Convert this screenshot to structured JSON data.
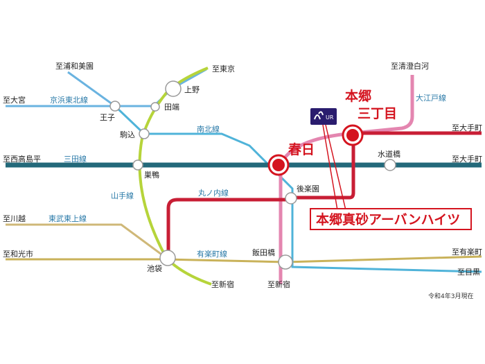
{
  "colors": {
    "mita": "#23697a",
    "keihin": "#6ab3e0",
    "yamanote": "#b6d43a",
    "namboku": "#4fb3d9",
    "marunouchi": "#c81e35",
    "tobu_tojo": "#cfb878",
    "yurakucho": "#c9b25a",
    "oedo": "#e486b0",
    "highlight": "#d4141f"
  },
  "lines": {
    "mita": "三田線",
    "keihin_tohoku": "京浜東北線",
    "yamanote": "山手線",
    "namboku": "南北線",
    "marunouchi": "丸ノ内線",
    "tobu_tojo": "東武東上線",
    "yurakucho": "有楽町線",
    "oedo": "大江戸線"
  },
  "stations": {
    "ueno": "上野",
    "tabata": "田端",
    "oji": "王子",
    "komagome": "駒込",
    "sugamo": "巣鴨",
    "ikebukuro": "池袋",
    "korakuen": "後楽園",
    "iidabashi": "飯田橋",
    "suidobashi": "水道橋",
    "kasuga": "春日",
    "hongo_sanchome_1": "本郷",
    "hongo_sanchome_2": "三丁目"
  },
  "destinations": {
    "urawa_misono": "至浦和美園",
    "tokyo": "至東京",
    "omiya": "至大宮",
    "kiyosumi_shirakawa": "至清澄白河",
    "otemachi_1": "至大手町",
    "nishitakashimadaira": "至西高島平",
    "otemachi_2": "至大手町",
    "kawagoe": "至川越",
    "wakoshi": "至和光市",
    "yurakucho": "至有楽町",
    "meguro": "至目黒",
    "shinjuku_1": "至新宿",
    "shinjuku_2": "至新宿"
  },
  "property": {
    "name": "本郷真砂アーバンハイツ",
    "logo_text": "UR"
  },
  "note": "令和4年3月現在"
}
